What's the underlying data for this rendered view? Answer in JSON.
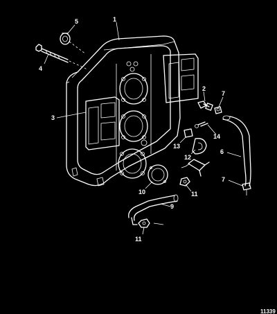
{
  "diagram": {
    "figure_number": "11339",
    "callouts": [
      {
        "id": "c1",
        "label": "1"
      },
      {
        "id": "c2",
        "label": "2"
      },
      {
        "id": "c3",
        "label": "3"
      },
      {
        "id": "c4",
        "label": "4"
      },
      {
        "id": "c5",
        "label": "5"
      },
      {
        "id": "c6",
        "label": "6"
      },
      {
        "id": "c7a",
        "label": "7"
      },
      {
        "id": "c7b",
        "label": "7"
      },
      {
        "id": "c9",
        "label": "9"
      },
      {
        "id": "c10",
        "label": "10"
      },
      {
        "id": "c11a",
        "label": "11"
      },
      {
        "id": "c11b",
        "label": "11"
      },
      {
        "id": "c12",
        "label": "12"
      },
      {
        "id": "c13",
        "label": "13"
      },
      {
        "id": "c14",
        "label": "14"
      }
    ]
  }
}
